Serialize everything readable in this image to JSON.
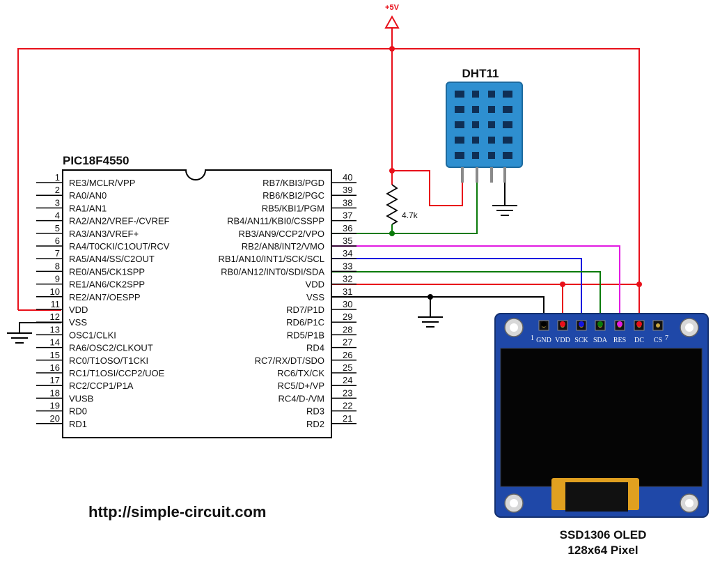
{
  "supply": {
    "label": "+5V"
  },
  "mcu": {
    "name": "PIC18F4550",
    "left_pins": [
      {
        "num": "1",
        "label": "RE3/MCLR/VPP"
      },
      {
        "num": "2",
        "label": "RA0/AN0"
      },
      {
        "num": "3",
        "label": "RA1/AN1"
      },
      {
        "num": "4",
        "label": "RA2/AN2/VREF-/CVREF"
      },
      {
        "num": "5",
        "label": "RA3/AN3/VREF+"
      },
      {
        "num": "6",
        "label": "RA4/T0CKI/C1OUT/RCV"
      },
      {
        "num": "7",
        "label": "RA5/AN4/SS/C2OUT"
      },
      {
        "num": "8",
        "label": "RE0/AN5/CK1SPP"
      },
      {
        "num": "9",
        "label": "RE1/AN6/CK2SPP"
      },
      {
        "num": "10",
        "label": "RE2/AN7/OESPP"
      },
      {
        "num": "11",
        "label": "VDD"
      },
      {
        "num": "12",
        "label": "VSS"
      },
      {
        "num": "13",
        "label": "OSC1/CLKI"
      },
      {
        "num": "14",
        "label": "RA6/OSC2/CLKOUT"
      },
      {
        "num": "15",
        "label": "RC0/T1OSO/T1CKI"
      },
      {
        "num": "16",
        "label": "RC1/T1OSI/CCP2/UOE"
      },
      {
        "num": "17",
        "label": "RC2/CCP1/P1A"
      },
      {
        "num": "18",
        "label": "VUSB"
      },
      {
        "num": "19",
        "label": "RD0"
      },
      {
        "num": "20",
        "label": "RD1"
      }
    ],
    "right_pins": [
      {
        "num": "40",
        "label": "RB7/KBI3/PGD"
      },
      {
        "num": "39",
        "label": "RB6/KBI2/PGC"
      },
      {
        "num": "38",
        "label": "RB5/KBI1/PGM"
      },
      {
        "num": "37",
        "label": "RB4/AN11/KBI0/CSSPP"
      },
      {
        "num": "36",
        "label": "RB3/AN9/CCP2/VPO"
      },
      {
        "num": "35",
        "label": "RB2/AN8/INT2/VMO"
      },
      {
        "num": "34",
        "label": "RB1/AN10/INT1/SCK/SCL"
      },
      {
        "num": "33",
        "label": "RB0/AN12/INT0/SDI/SDA"
      },
      {
        "num": "32",
        "label": "VDD"
      },
      {
        "num": "31",
        "label": "VSS"
      },
      {
        "num": "30",
        "label": "RD7/P1D"
      },
      {
        "num": "29",
        "label": "RD6/P1C"
      },
      {
        "num": "28",
        "label": "RD5/P1B"
      },
      {
        "num": "27",
        "label": "RD4"
      },
      {
        "num": "26",
        "label": "RC7/RX/DT/SDO"
      },
      {
        "num": "25",
        "label": "RC6/TX/CK"
      },
      {
        "num": "24",
        "label": "RC5/D+/VP"
      },
      {
        "num": "23",
        "label": "RC4/D-/VM"
      },
      {
        "num": "22",
        "label": "RD3"
      },
      {
        "num": "21",
        "label": "RD2"
      }
    ]
  },
  "sensor": {
    "name": "DHT11"
  },
  "resistor": {
    "label": "4.7k"
  },
  "oled": {
    "title_line1": "SSD1306 OLED",
    "title_line2": "128x64 Pixel",
    "pins": [
      "GND",
      "VDD",
      "SCK",
      "SDA",
      "RES",
      "DC",
      "CS"
    ],
    "corner_marks": [
      "1",
      "7"
    ]
  },
  "wire_colors": {
    "power": "#e8101a",
    "data": "#0a7a0a",
    "reset": "#e21ae2",
    "clock": "#1414e0",
    "ground": "#000000"
  },
  "footer": {
    "url": "http://simple-circuit.com"
  }
}
